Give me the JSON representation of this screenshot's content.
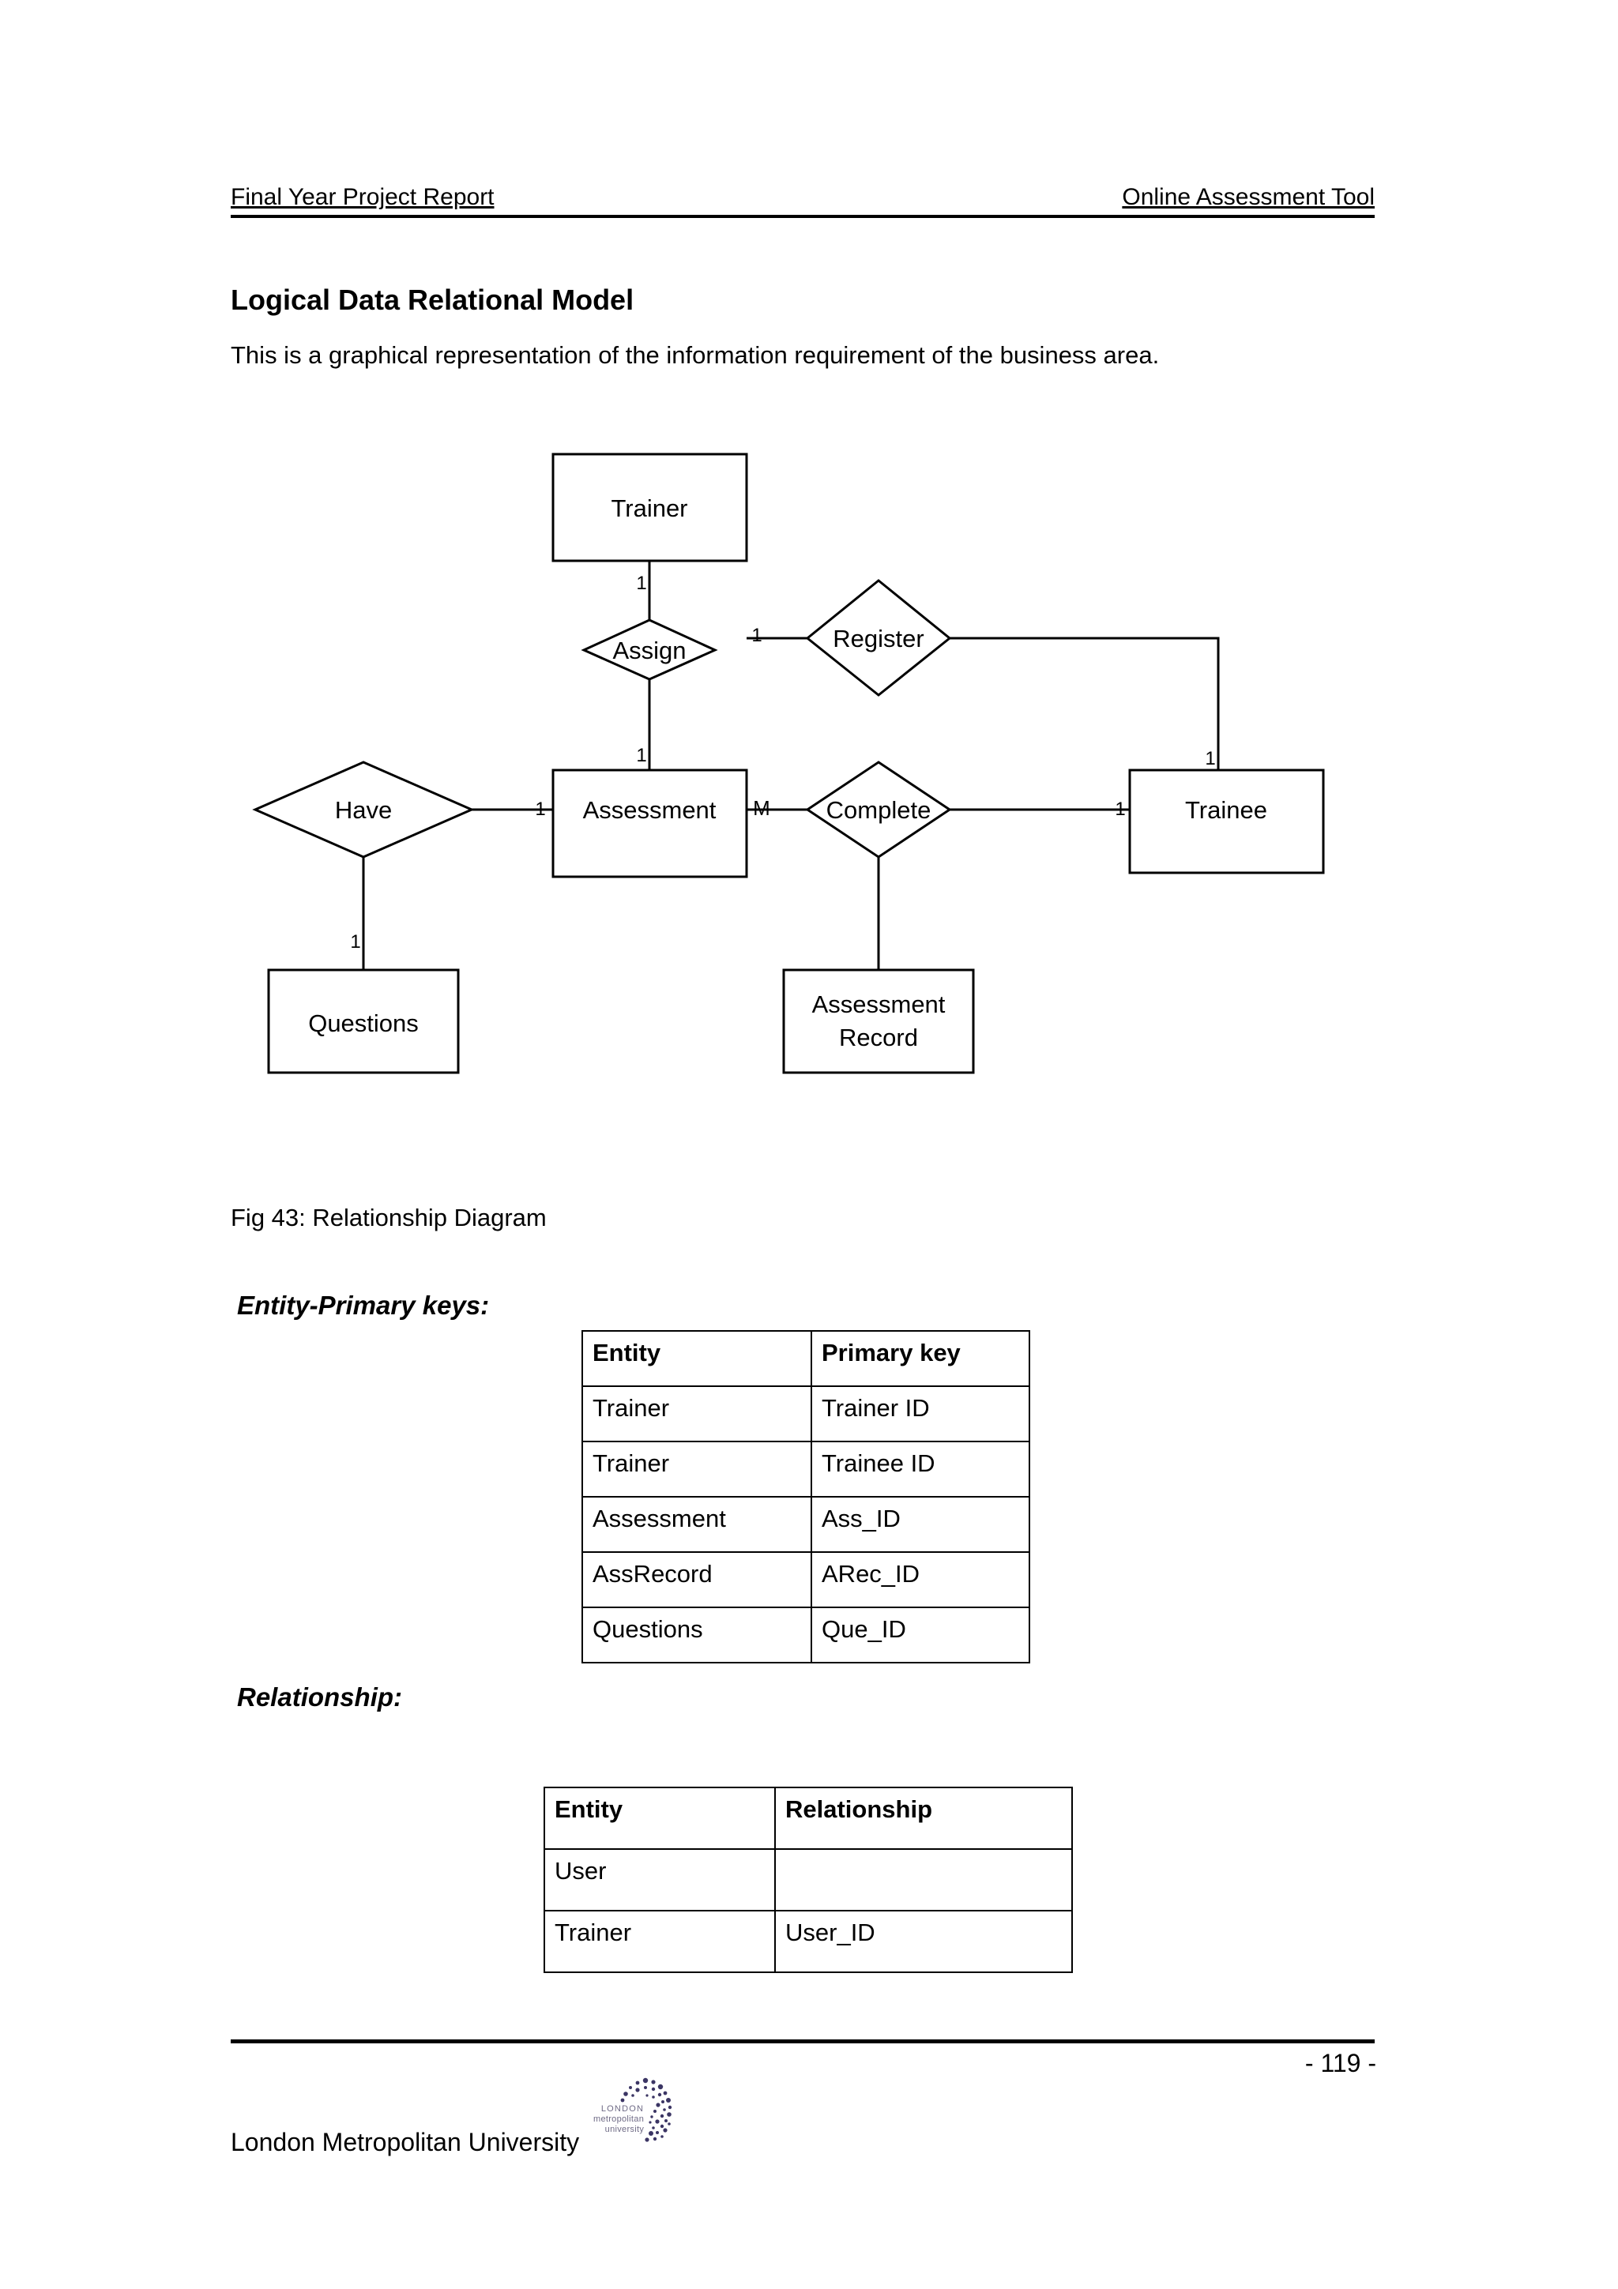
{
  "header": {
    "left": "Final Year Project Report",
    "right": "Online Assessment Tool"
  },
  "section": {
    "title": "Logical Data Relational Model",
    "paragraph": "This is a graphical representation of the information requirement of the business area."
  },
  "figure": {
    "caption": "Fig 43: Relationship Diagram",
    "entities": [
      {
        "id": "trainer",
        "label": "Trainer"
      },
      {
        "id": "assessment",
        "label": "Assessment"
      },
      {
        "id": "trainee",
        "label": "Trainee"
      },
      {
        "id": "questions",
        "label": "Questions"
      },
      {
        "id": "assrecord",
        "label_line1": "Assessment",
        "label_line2": "Record"
      }
    ],
    "relationships": [
      {
        "id": "register",
        "label": "Register"
      },
      {
        "id": "assign",
        "label": "Assign"
      },
      {
        "id": "have",
        "label": "Have"
      },
      {
        "id": "complete",
        "label": "Complete"
      }
    ],
    "cardinalities": {
      "trainer_register": "1",
      "trainer_assign": "1",
      "assign_assessment": "1",
      "have_assessment": "1",
      "assessment_complete": "M",
      "complete_trainee": "1",
      "register_trainee": "1",
      "have_questions": "1"
    }
  },
  "subheadings": {
    "entity_primary_keys": "Entity-Primary keys:",
    "relationship": "Relationship:"
  },
  "table_keys": {
    "headers": [
      "Entity",
      "Primary key"
    ],
    "rows": [
      [
        "Trainer",
        "Trainer ID"
      ],
      [
        "Trainer",
        "Trainee ID"
      ],
      [
        "Assessment",
        "Ass_ID"
      ],
      [
        "AssRecord",
        "ARec_ID"
      ],
      [
        "Questions",
        "Que_ID"
      ]
    ]
  },
  "table_relationship": {
    "headers": [
      "Entity",
      "Relationship"
    ],
    "rows": [
      [
        "User",
        ""
      ],
      [
        "Trainer",
        "User_ID"
      ]
    ]
  },
  "footer": {
    "university": "London Metropolitan University",
    "logo_lines": [
      "LONDON",
      "metropolitan",
      "university"
    ],
    "page_number": "- 119 -"
  },
  "colors": {
    "ink": "#000000",
    "page": "#ffffff",
    "logo_dots": "#3b3564",
    "logo_text": "#6f6b86"
  }
}
